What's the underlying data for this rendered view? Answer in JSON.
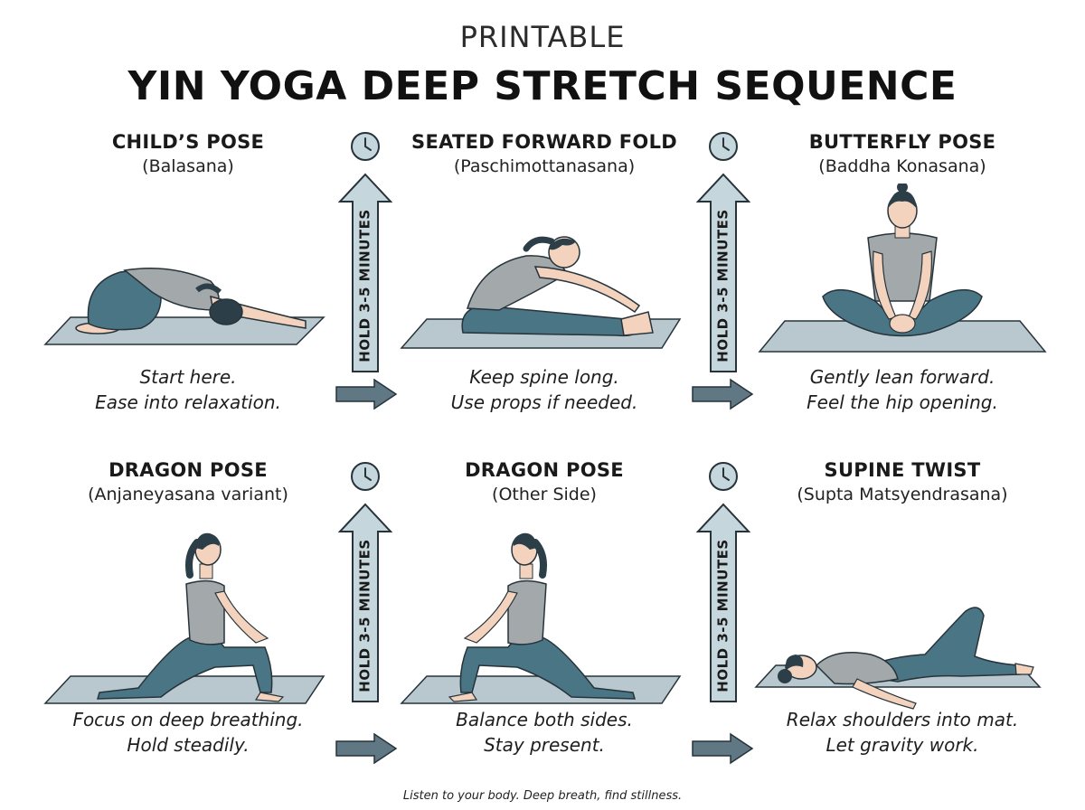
{
  "header": {
    "subtitle": "PRINTABLE",
    "title": "YIN YOGA DEEP STRETCH SEQUENCE"
  },
  "poses": [
    {
      "name": "CHILD’S POSE",
      "sanskrit": "(Balasana)",
      "caption_line1": "Start here.",
      "caption_line2": "Ease into relaxation."
    },
    {
      "name": "SEATED FORWARD FOLD",
      "sanskrit": "(Paschimottanasana)",
      "caption_line1": "Keep spine long.",
      "caption_line2": "Use props if needed."
    },
    {
      "name": "BUTTERFLY POSE",
      "sanskrit": "(Baddha Konasana)",
      "caption_line1": "Gently lean forward.",
      "caption_line2": "Feel the hip opening."
    },
    {
      "name": "DRAGON POSE",
      "sanskrit": "(Anjaneyasana variant)",
      "caption_line1": "Focus on deep breathing.",
      "caption_line2": "Hold steadily."
    },
    {
      "name": "DRAGON POSE",
      "sanskrit": "(Other Side)",
      "caption_line1": "Balance both sides.",
      "caption_line2": "Stay present."
    },
    {
      "name": "SUPINE TWIST",
      "sanskrit": "(Supta Matsyendrasana)",
      "caption_line1": "Relax shoulders into mat.",
      "caption_line2": "Let gravity work."
    }
  ],
  "hold_label": "HOLD 3-5 MINUTES",
  "footer": "Listen to your body. Deep breath, find stillness.",
  "colors": {
    "mat": "#b9c8cf",
    "pants": "#4a7585",
    "shirt": "#a3a8ab",
    "skin": "#f3d3bd",
    "hair": "#2c3e48",
    "arrow_fill": "#c5d6dc",
    "arrow_dark": "#5f7884",
    "outline": "#26333a"
  },
  "icons": {
    "clock": "clock-icon",
    "hold_arrow": "arrow-up-icon",
    "next_arrow": "arrow-right-icon"
  }
}
